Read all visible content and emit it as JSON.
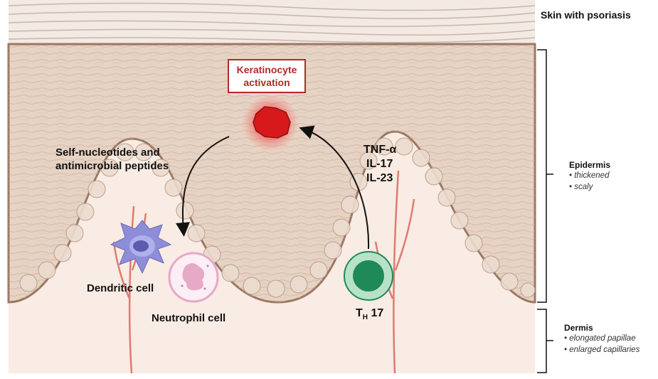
{
  "title": "Skin with psoriasis",
  "keratinocyte": {
    "line1": "Keratinocyte",
    "line2": "activation"
  },
  "signals": {
    "left_line1": "Self-nucleotides and",
    "left_line2": "antimicrobial peptides",
    "right": [
      "TNF-α",
      "IL-17",
      "IL-23"
    ]
  },
  "cells": {
    "dendritic": "Dendritic cell",
    "neutrophil": "Neutrophil cell",
    "th17_main": "T",
    "th17_sub": "H",
    "th17_suffix": " 17"
  },
  "epidermis": {
    "title": "Epidermis",
    "items": [
      "thickened",
      "scaly"
    ]
  },
  "dermis": {
    "title": "Dermis",
    "items": [
      "elongated papillae",
      "enlarged capillaries"
    ]
  },
  "colors": {
    "epidermis_fill": "#e7d3c4",
    "dermis_fill": "#f8ece4",
    "border": "#9b7762",
    "inflammation": "#d8191c",
    "th17_green": "#1f8a57",
    "dendritic_purple": "#8e8ed8",
    "neutrophil_pink": "#e6a9c6",
    "box_red": "#b22a2a"
  }
}
